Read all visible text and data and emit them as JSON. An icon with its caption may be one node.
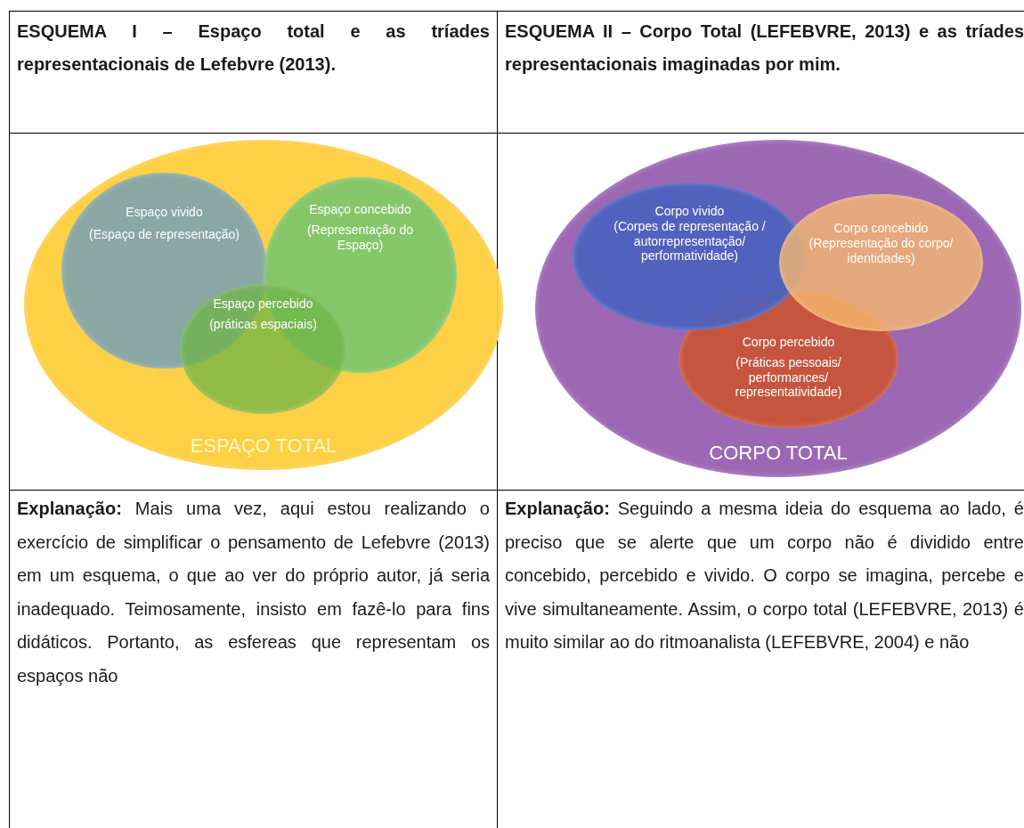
{
  "diagram": {
    "nodes": [
      {
        "text": [
          "ESPAÇO TOTAL"
        ]
      },
      {
        "text": [
          "Espaço vivido",
          "(Espaço de representação)"
        ],
        "in": 0
      },
      {
        "text": [
          "Espaço concebido",
          "(Representação do Espaço)"
        ],
        "in": 0
      },
      {
        "text": [
          "Espaço percebido",
          "(práticas espaciais)"
        ],
        "in": 0
      },
      {
        "text": [
          "CORPO TOTAL"
        ]
      },
      {
        "text": [
          "Corpo vivido",
          "(Corpes de representação / autorrepresentação/ performatividade)"
        ],
        "in": 4
      },
      {
        "text": [
          "Corpo concebido",
          "(Representação do corpo/ identidades)"
        ],
        "in": 4
      },
      {
        "text": [
          "Corpo percebido",
          "(Práticas pessoais/ performances/ representatividade)"
        ],
        "in": 4
      }
    ],
    "edges": [],
    "labels": [
      "ESQUEMA I – Espaço total e as tríades representacionais de Lefebvre (2013).",
      "ESQUEMA II – Corpo Total (LEFEBVRE, 2013) e as tríades representacionais imaginadas por mim.",
      "**Explanação:** Mais uma vez, aqui estou realizando o exercício de simplificar o pensamento de Lefebvre (2013) em um esquema, o que ao ver do próprio autor, já seria inadequado. Teimosamente, insisto em fazê-lo para fins didáticos. Portanto, as esfereas que representam os espaços não",
      "**Explanação:** Seguindo a mesma ideia do esquema ao lado, é preciso que se alerte que um corpo não é dividido entre concebido, percebido e vivido. O corpo se imagina, percebe e vive simultaneamente. Assim, o corpo total (LEFEBVRE, 2013) é muito similar ao do ritmoanalista (LEFEBVRE, 2004) e não"
    ]
  }
}
